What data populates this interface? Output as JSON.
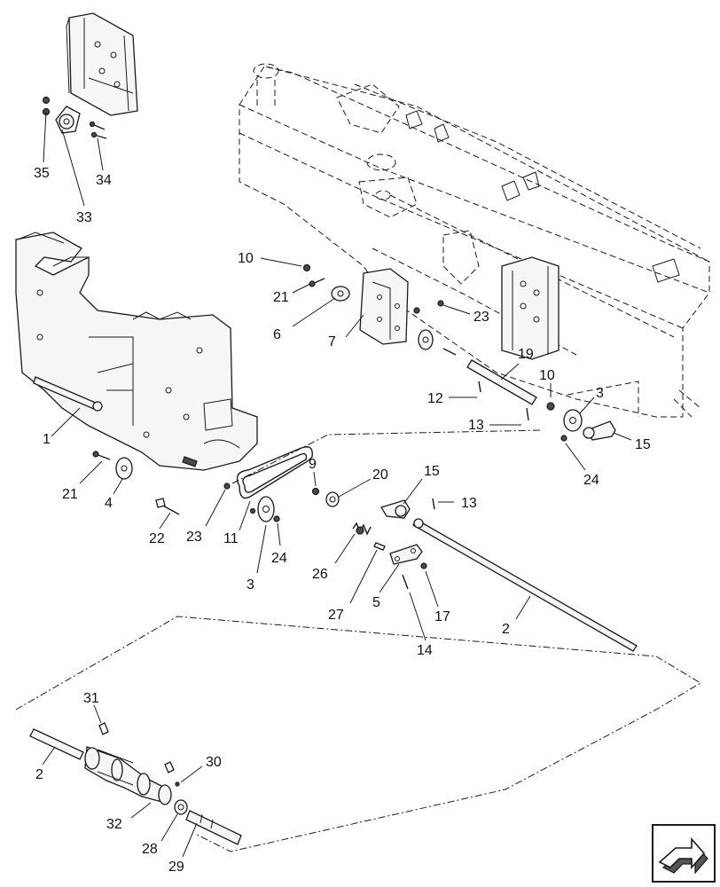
{
  "diagram": {
    "callouts": [
      "35",
      "34",
      "33",
      "10",
      "21",
      "6",
      "7",
      "23",
      "19",
      "12",
      "10",
      "3",
      "13",
      "15",
      "24",
      "1",
      "21",
      "4",
      "22",
      "23",
      "11",
      "3",
      "24",
      "9",
      "20",
      "15",
      "13",
      "26",
      "27",
      "5",
      "17",
      "14",
      "2",
      "31",
      "2",
      "30",
      "32",
      "28",
      "29"
    ]
  },
  "nav_icon": "next-page-arrow-icon"
}
